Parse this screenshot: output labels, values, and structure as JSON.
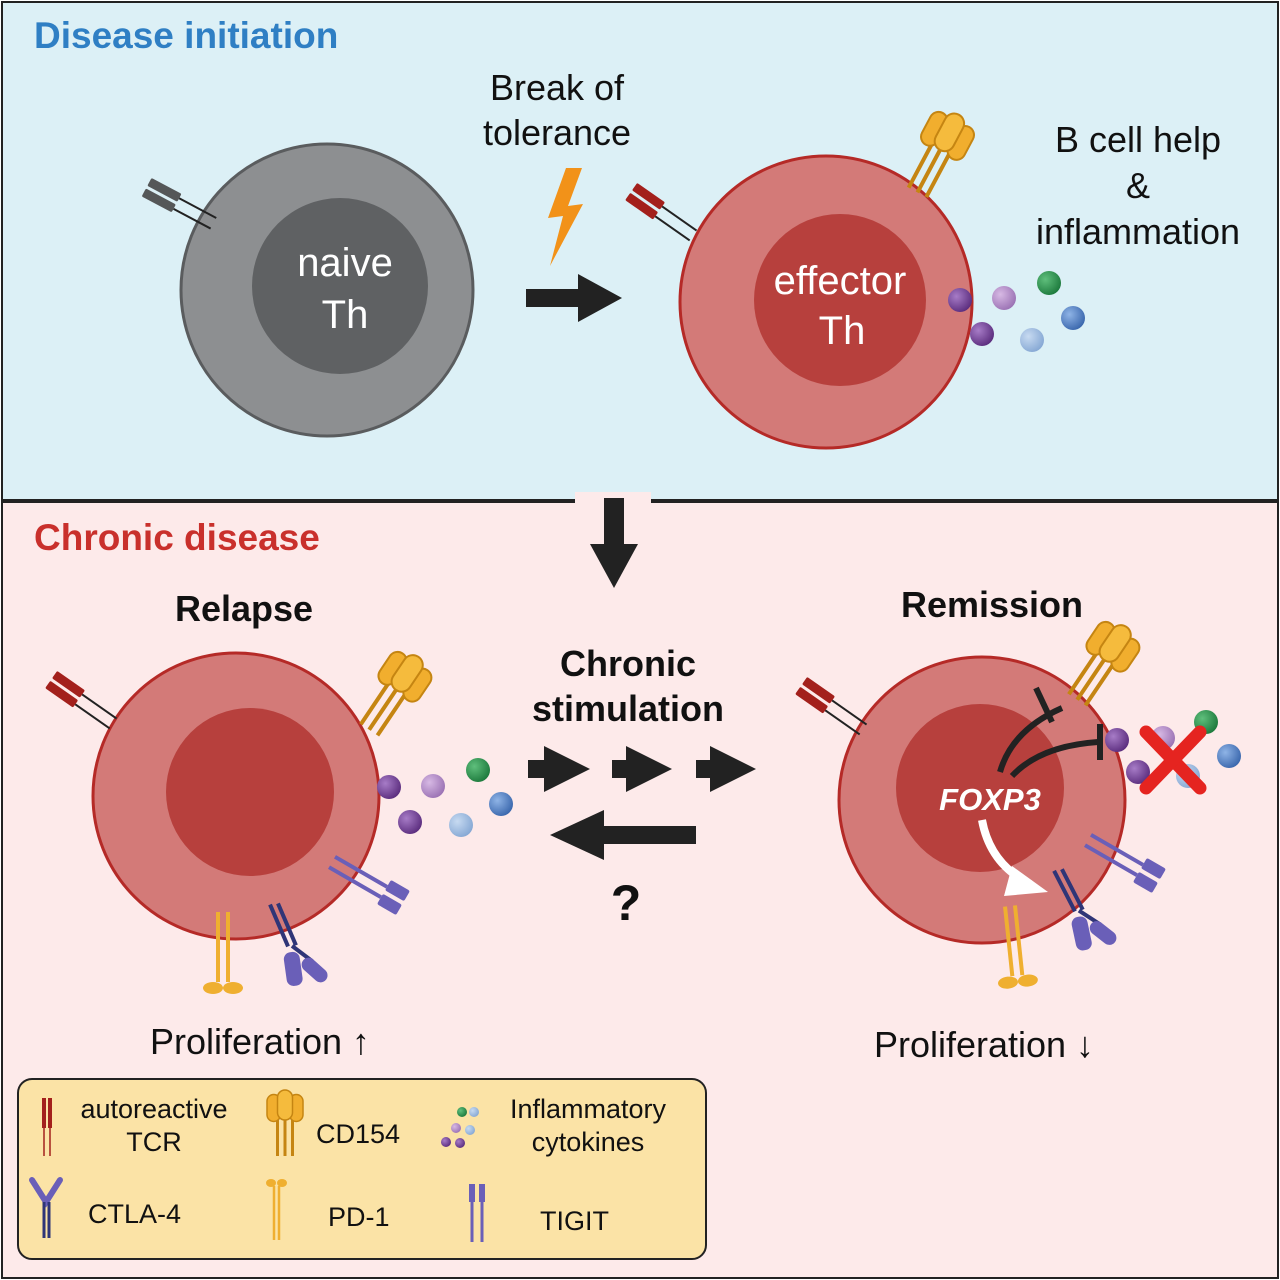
{
  "colors": {
    "top_panel_bg": "#dcf0f6",
    "bottom_panel_bg": "#fdeaea",
    "top_title": "#2f7fc4",
    "bottom_title": "#c9302c",
    "naive_outer": "#8d8f91",
    "naive_inner": "#5f6163",
    "effector_outer": "#d37a78",
    "effector_inner": "#b7403d",
    "cell_border": "#b52a27",
    "tcr": "#a3201c",
    "cd154": "#f1ae2e",
    "pd1": "#efaf30",
    "ctla4": "#2f3577",
    "tigit": "#6a5fb8",
    "bolt": "#f29219",
    "legend_bg": "#fbe3a6",
    "cross": "#e52420"
  },
  "icons": [
    "lightning-bolt-icon",
    "tcr-icon",
    "cd154-icon",
    "cytokine-icon",
    "ctla4-icon",
    "pd1-icon",
    "tigit-icon",
    "inhibition-icon",
    "red-cross-icon"
  ],
  "panels": {
    "initiation": {
      "title": "Disease initiation",
      "trigger_line1": "Break of",
      "trigger_line2": "tolerance",
      "naive_line1": "naive",
      "naive_line2": "Th",
      "effector_line1": "effector",
      "effector_line2": "Th",
      "outcome_line1": "B cell help",
      "outcome_line2": "&",
      "outcome_line3": "inflammation"
    },
    "chronic": {
      "title": "Chronic disease",
      "relapse_label": "Relapse",
      "remission_label": "Remission",
      "stimulation_line1": "Chronic",
      "stimulation_line2": "stimulation",
      "question": "?",
      "gene_label": "FOXP3",
      "relapse_proliferation": "Proliferation ↑",
      "remission_proliferation": "Proliferation ↓"
    }
  },
  "legend": {
    "tcr_line1": "autoreactive",
    "tcr_line2": "TCR",
    "cd154": "CD154",
    "cytokines_line1": "Inflammatory",
    "cytokines_line2": "cytokines",
    "ctla4": "CTLA-4",
    "pd1": "PD-1",
    "tigit": "TIGIT"
  }
}
